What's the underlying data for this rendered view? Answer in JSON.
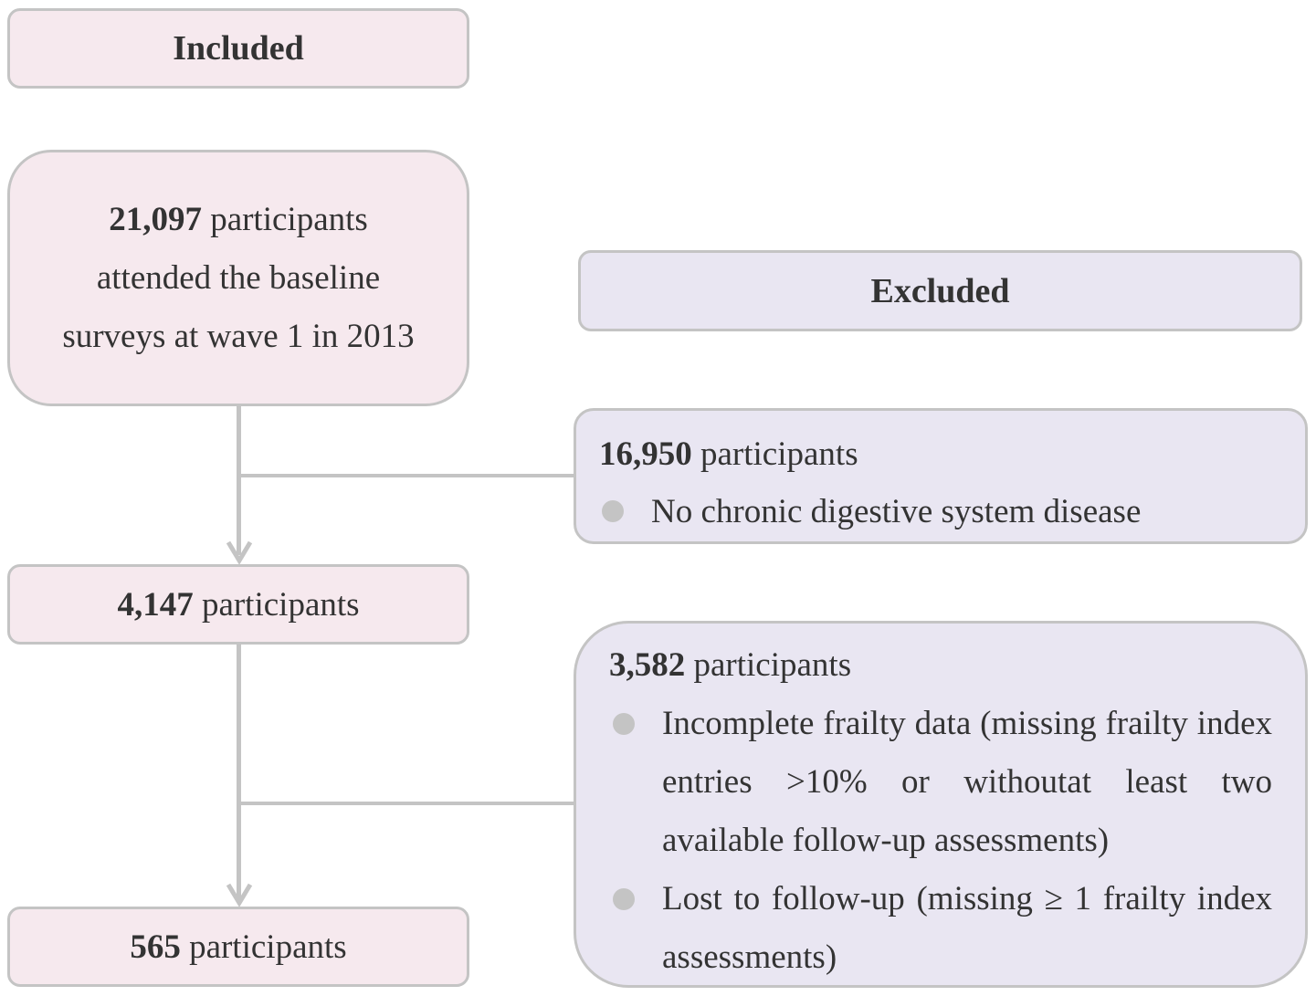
{
  "included": {
    "header": "Included",
    "boxes": [
      {
        "count": "21,097",
        "text_lines": [
          "participants",
          "attended the baseline",
          "surveys at wave 1 in 2013"
        ]
      },
      {
        "count": "4,147",
        "text": "participants"
      },
      {
        "count": "565",
        "text": "participants"
      }
    ]
  },
  "excluded": {
    "header": "Excluded",
    "boxes": [
      {
        "count": "16,950",
        "text": "participants",
        "bullets": [
          "No chronic digestive system disease"
        ]
      },
      {
        "count": "3,582",
        "text": "participants",
        "bullets": [
          "Incomplete frailty data (missing frailty index entries >10% or withoutat least two available follow-up assessments)",
          "Lost to follow-up (missing ≥ 1 frailty index assessments)"
        ]
      }
    ]
  },
  "colors": {
    "included_fill": "#f6e9ee",
    "excluded_fill": "#e9e6f2",
    "border": "#c4c4c4",
    "text": "#333333"
  }
}
